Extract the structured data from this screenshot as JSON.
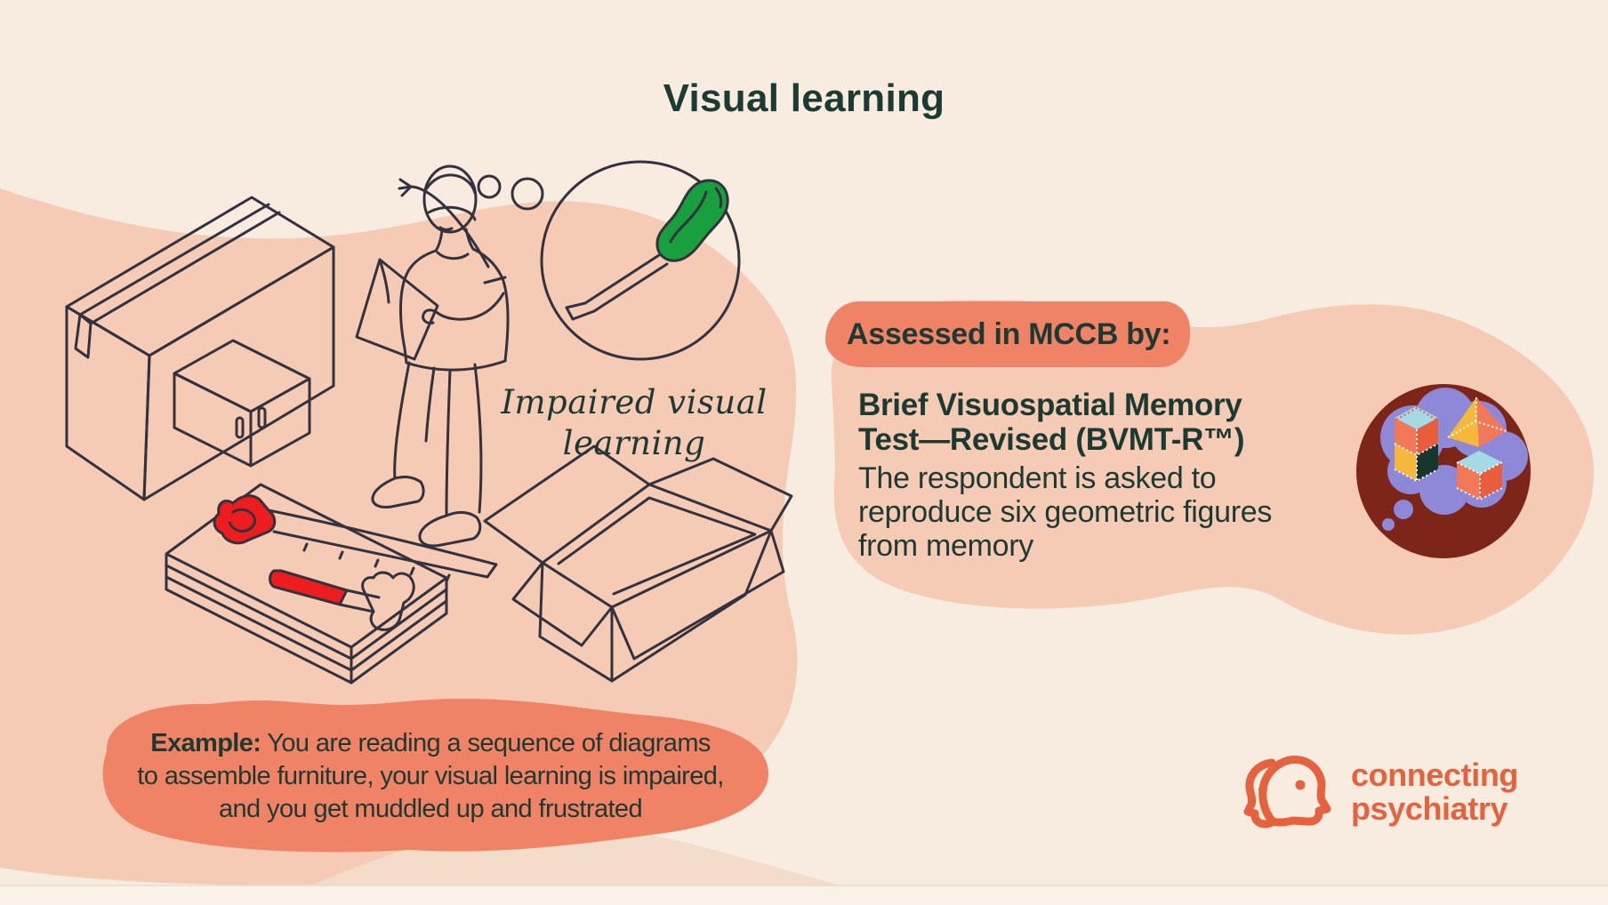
{
  "title": "Visual learning",
  "illustration_caption": {
    "line1": "Impaired visual",
    "line2": "learning"
  },
  "assessment": {
    "heading": "Assessed in MCCB by:",
    "test_name_line1": "Brief Visuospatial Memory",
    "test_name_line2": "Test—Revised (BVMT-R™)",
    "description_line1": "The respondent is asked to",
    "description_line2": "reproduce six geometric figures",
    "description_line3": "from memory"
  },
  "example": {
    "label": "Example:",
    "line1_rest": " You are reading a sequence of diagrams",
    "line2": "to assemble furniture, your visual learning is impaired,",
    "line3": "and you get muddled up and frustrated"
  },
  "logo": {
    "line1": "connecting",
    "line2": "psychiatry"
  },
  "icons": {
    "logo_mark": "two-heads-profile-icon",
    "screwdriver": "screwdriver-icon",
    "thought_bubble": "thought-cloud-icon",
    "memory_figures": "geometric-figures-icon"
  },
  "colors": {
    "background": "#f7ecdf",
    "blob_salmon": "#f5cbb5",
    "accent_orange": "#f08365",
    "text_green": "#1d3a32",
    "logo_orange": "#e6613d",
    "thought_circle_maroon": "#7d2518",
    "thought_cloud_purple": "#8e88d8",
    "line_art": "#33323e",
    "tool_red": "#ed1c1e",
    "screwdriver_green": "#17a03d"
  }
}
